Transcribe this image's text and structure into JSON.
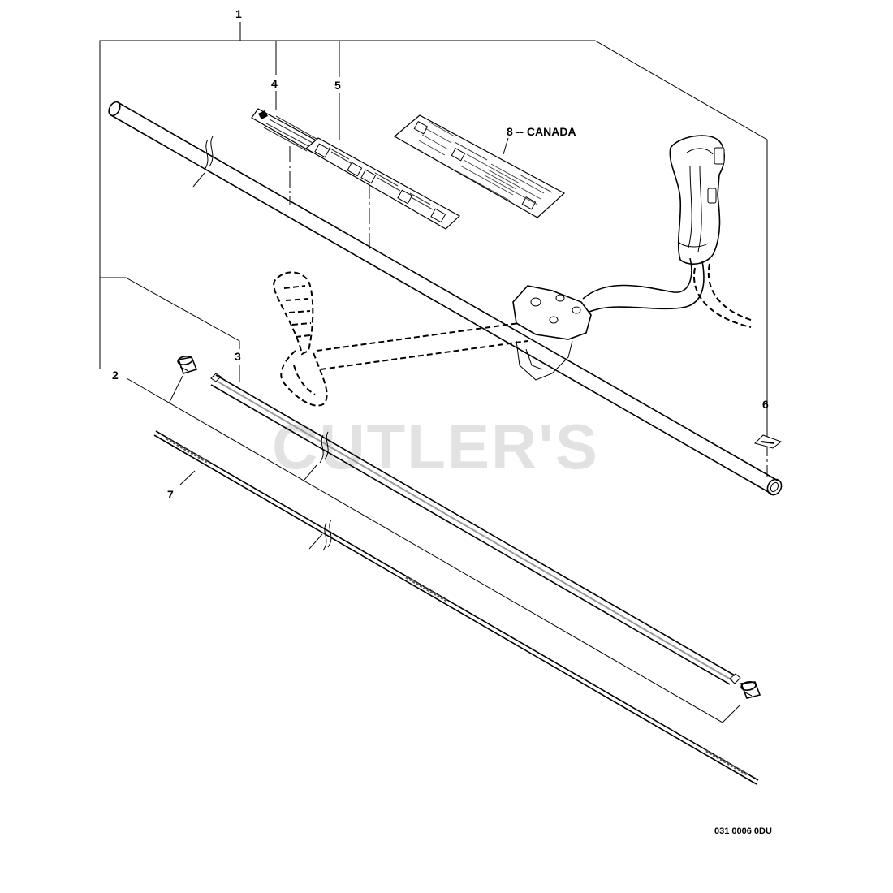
{
  "callouts": {
    "c1": "1",
    "c2": "2",
    "c3": "3",
    "c4": "4",
    "c5": "5",
    "c6": "6",
    "c7": "7",
    "c8": "8 -- CANADA"
  },
  "watermark": "CUTLER'S",
  "drawing_code": "031 0006 0DU"
}
